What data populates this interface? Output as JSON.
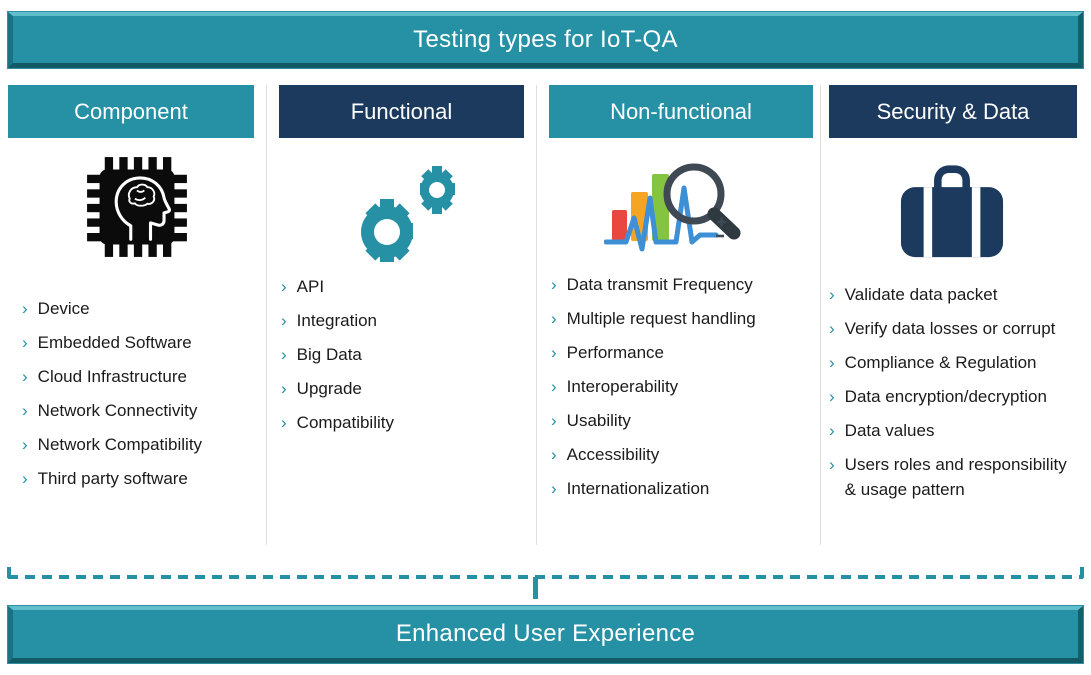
{
  "title": "Testing types for IoT-QA",
  "footer": "Enhanced User Experience",
  "bullet": "›",
  "colors": {
    "teal": "#2691A5",
    "teal_highlight": "#5FBDCC",
    "teal_shadow": "#115A66",
    "navy": "#1C3A5E",
    "divider": "#dedede",
    "text": "#1b1b1b",
    "icon_chip": "#0b0b0b",
    "icon_bar_red": "#E8483F",
    "icon_bar_orange": "#F6A423",
    "icon_bar_green": "#85C440",
    "icon_pulse_blue": "#3D8FD6",
    "icon_magnifier": "#3E4953"
  },
  "columns": [
    {
      "label": "Component",
      "header_style": "teal",
      "icon": "chip-brain-icon",
      "items": [
        "Device",
        "Embedded Software",
        "Cloud Infrastructure",
        "Network Connectivity",
        "Network Compatibility",
        "Third party software"
      ]
    },
    {
      "label": "Functional",
      "header_style": "navy",
      "icon": "gears-icon",
      "items": [
        "API",
        "Integration",
        "Big Data",
        "Upgrade",
        "Compatibility"
      ]
    },
    {
      "label": "Non-functional",
      "header_style": "teal",
      "icon": "chart-magnifier-icon",
      "items": [
        "Data transmit Frequency",
        "Multiple request handling",
        "Performance",
        "Interoperability",
        "Usability",
        "Accessibility",
        "Internationalization"
      ]
    },
    {
      "label": "Security & Data",
      "header_style": "navy",
      "icon": "briefcase-icon",
      "items": [
        "Validate data packet",
        "Verify data losses or corrupt",
        "Compliance & Regulation",
        "Data encryption/decryption",
        "Data values",
        "Users roles and responsibility & usage pattern"
      ]
    }
  ]
}
